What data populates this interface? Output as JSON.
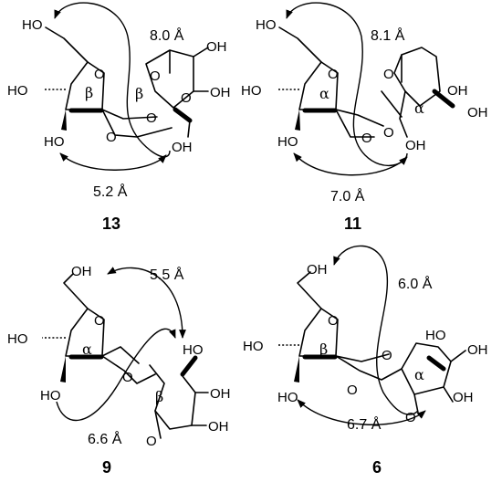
{
  "panels": [
    {
      "compound_label": "13",
      "distance_top": "8.0 Å",
      "distance_bottom": "5.2 Å",
      "anomer_left": "β",
      "anomer_right": "β",
      "atom_labels": [
        "HO",
        "HO",
        "HO",
        "O",
        "O",
        "O",
        "O",
        "O",
        "OH",
        "OH",
        "OH"
      ]
    },
    {
      "compound_label": "11",
      "distance_top": "8.1 Å",
      "distance_bottom": "7.0 Å",
      "anomer_left": "α",
      "anomer_right": "α",
      "atom_labels": [
        "HO",
        "HO",
        "HO",
        "O",
        "O",
        "O",
        "O",
        "OH",
        "OH",
        "OH"
      ]
    },
    {
      "compound_label": "9",
      "distance_top": "5.5 Å",
      "distance_bottom": "6.6 Å",
      "anomer_left": "α",
      "anomer_right": "β",
      "atom_labels": [
        "OH",
        "HO",
        "HO",
        "O",
        "O",
        "O",
        "HO",
        "OH",
        "OH"
      ]
    },
    {
      "compound_label": "6",
      "distance_top": "6.0 Å",
      "distance_bottom": "6.7 Å",
      "anomer_left": "β",
      "anomer_right": "α",
      "atom_labels": [
        "OH",
        "HO",
        "HO",
        "O",
        "O",
        "O",
        "O",
        "HO",
        "OH",
        "OH"
      ]
    }
  ]
}
